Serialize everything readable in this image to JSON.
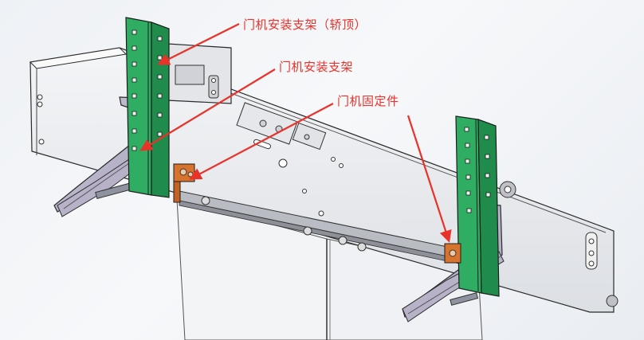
{
  "labels": {
    "bracket_car_top": "门机安装支架（轿顶）",
    "bracket": "门机安装支架",
    "fixing_piece": "门机固定件"
  },
  "colors": {
    "annotation": "#e8322a",
    "green_rail": "#2fae63",
    "orange_fixture": "#d8732e",
    "steel": "#d9dbe0",
    "outline": "#2b2b2b"
  }
}
